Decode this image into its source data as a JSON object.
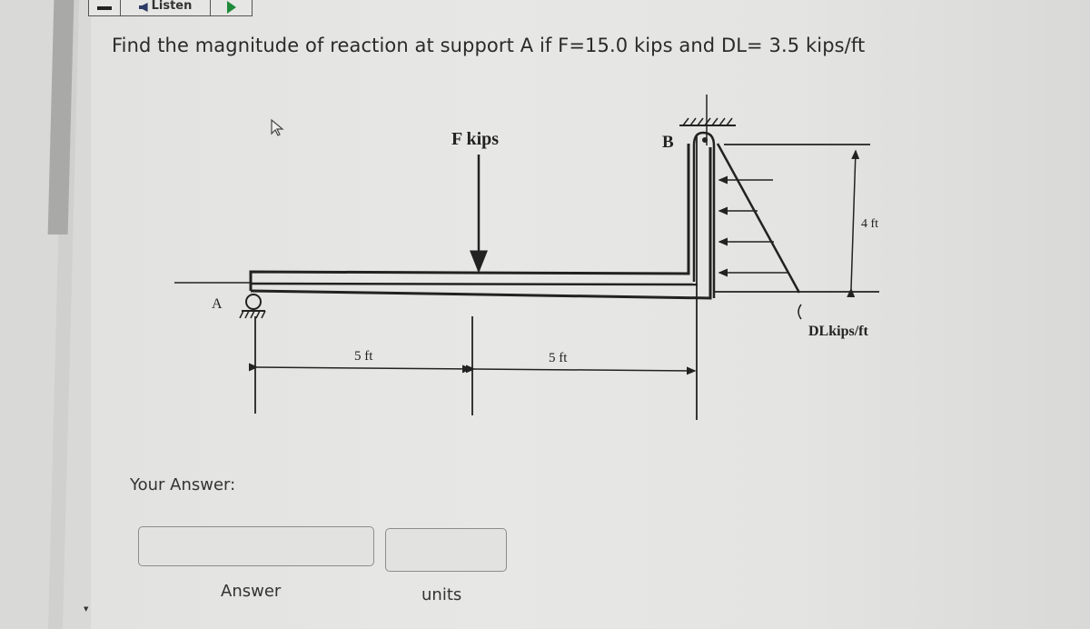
{
  "toolbar": {
    "minimize_icon": "minus-icon",
    "listen_label": "Listen",
    "listen_icon": "speaker-icon",
    "play_icon": "play-icon",
    "play_color": "#1e8a3a"
  },
  "question": {
    "text": "Find the magnitude of reaction at support A if F=15.0 kips and DL= 3.5 kips/ft"
  },
  "diagram": {
    "support_a_label": "A",
    "support_b_label": "B",
    "force_label": "F kips",
    "dist_load_label": "DLkips/ft",
    "height_dim_label": "4 ft",
    "span_dims": [
      "5 ft",
      "5 ft"
    ]
  },
  "answer": {
    "heading": "Your Answer:",
    "answer_value": "",
    "answer_caption": "Answer",
    "units_value": "",
    "units_caption": "units"
  }
}
